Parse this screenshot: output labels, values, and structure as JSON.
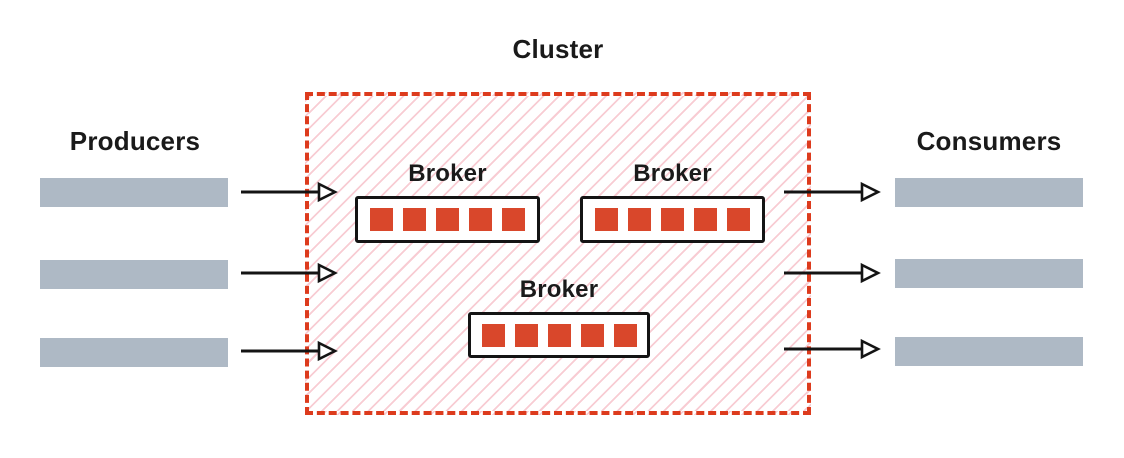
{
  "cluster": {
    "label": "Cluster",
    "brokers": [
      {
        "label": "Broker",
        "partitions": 5
      },
      {
        "label": "Broker",
        "partitions": 5
      },
      {
        "label": "Broker",
        "partitions": 5
      }
    ]
  },
  "producers": {
    "label": "Producers",
    "streams": 3
  },
  "consumers": {
    "label": "Consumers",
    "streams": 3
  },
  "colors": {
    "partition_red": "#d9472b",
    "cluster_border_red": "#dd3b1d",
    "cluster_hatch_pink": "#f8ccd3",
    "stream_bar_gray": "#aeb9c5",
    "arrow_black": "#141414"
  }
}
